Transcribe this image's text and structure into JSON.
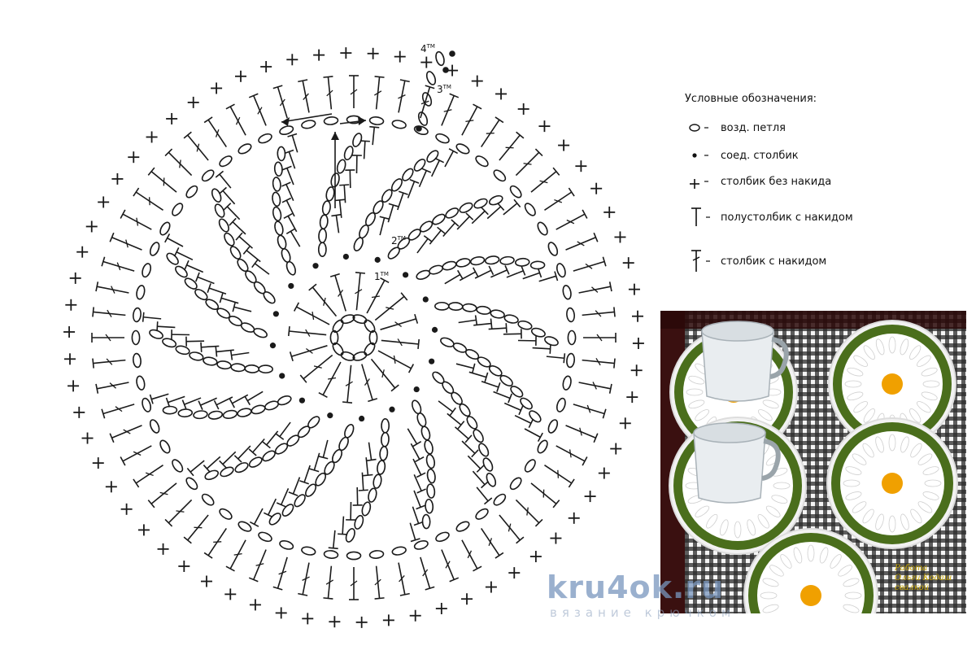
{
  "diagram": {
    "round_labels": {
      "r1": "1",
      "r2": "2",
      "r3": "3",
      "r4": "4"
    }
  },
  "legend": {
    "title": "Условные обозначения:",
    "items": [
      {
        "icon": "chain-loop-symbol",
        "text": "возд. петля"
      },
      {
        "icon": "slip-stitch-symbol",
        "text": "соед. столбик"
      },
      {
        "icon": "single-crochet-symbol",
        "text": "столбик без накида"
      },
      {
        "icon": "half-double-crochet-symbol",
        "text": "полустолбик с накидом"
      },
      {
        "icon": "double-crochet-symbol",
        "text": "столбик с накидом"
      }
    ]
  },
  "watermark": {
    "site": "kru4ok.ru",
    "tagline": "вязание крючком"
  },
  "photo": {
    "signature": [
      "Работа",
      "Ольги Кодаш",
      "свалкой"
    ]
  },
  "colors": {
    "ink": "#1a1a1a",
    "daisy_center": "#f0a000",
    "border_green": "#4a6e1c",
    "tray": "#3a1010"
  }
}
